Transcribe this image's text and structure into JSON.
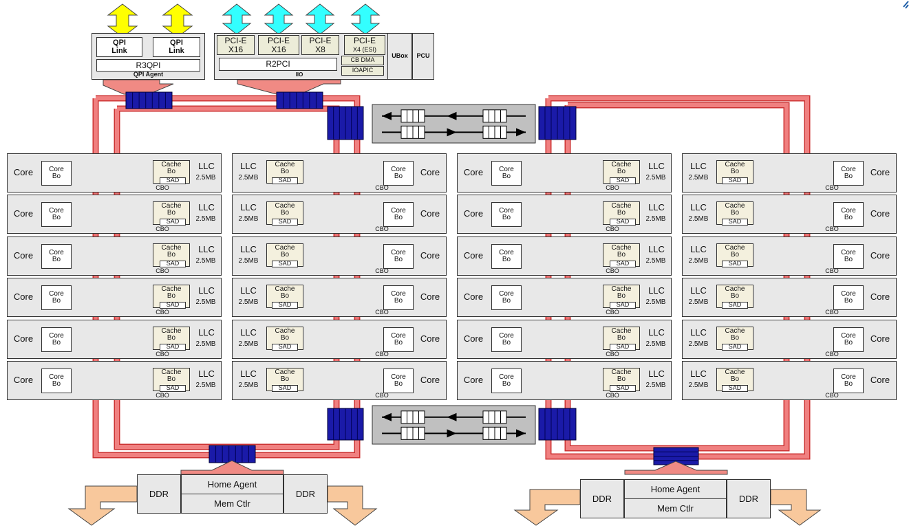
{
  "labels": {
    "core": "Core",
    "core_bo": "Core\nBo",
    "cache_bo": "Cache\nBo",
    "sad": "SAD",
    "cbo": "CBO",
    "llc": "LLC",
    "llc_size": "2.5MB"
  },
  "top": {
    "qpi_link_1": "QPI\nLink",
    "qpi_link_2": "QPI\nLink",
    "r3qpi": "R3QPI",
    "qpi_agent": "QPI Agent",
    "pcie_1": "PCI-E\nX16",
    "pcie_2": "PCI-E\nX16",
    "pcie_3": "PCI-E\nX8",
    "pcie_4_title": "PCI-E",
    "pcie_4_sub": "X4 (ESI)",
    "r2pci": "R2PCI",
    "cb_dma": "CB DMA",
    "ioapic": "IOAPIC",
    "iio": "IIO",
    "ubox": "UBox",
    "pcu": "PCU"
  },
  "memory": {
    "left": {
      "ddr_left": "DDR",
      "home_agent": "Home Agent",
      "mem_ctlr": "Mem Ctlr",
      "ddr_right": "DDR"
    },
    "right": {
      "ddr_left": "DDR",
      "home_agent": "Home Agent",
      "mem_ctlr": "Mem Ctlr",
      "ddr_right": "DDR"
    }
  },
  "grid": {
    "rows": 6,
    "columns": 4
  },
  "colors": {
    "ring": "#f08080",
    "ring_dark": "#cc3333",
    "ring_stop": "#1a1aa8",
    "arrow_salmon": "#f08a84",
    "qpi_arrow": "#ffff00",
    "pcie_arrow": "#33ffff",
    "ddr_arrow": "#f8c89c",
    "panel": "#e8e8e8",
    "queue_panel": "#c0c0c0"
  }
}
